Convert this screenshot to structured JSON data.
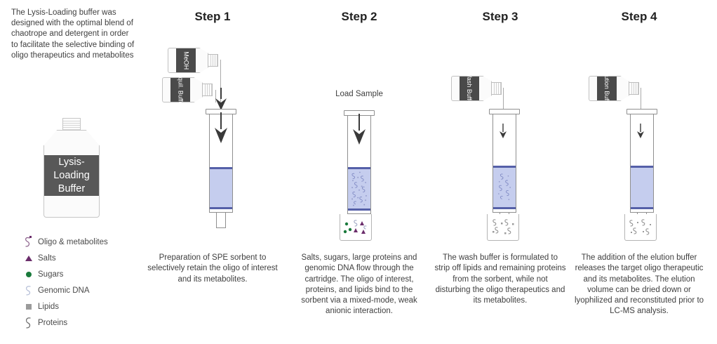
{
  "intro": {
    "text": "The Lysis-Loading buffer was designed with the optimal blend of chaotrope and detergent in order to facilitate the selective binding of oligo therapeutics and metabolites"
  },
  "lysis_bottle": {
    "label": "Lysis-Loading Buffer",
    "label_color": "#585858"
  },
  "legend": {
    "items": [
      {
        "icon": "oligo-squiggle-icon",
        "label": "Oligo & metabolites",
        "color": "#6b2d6b"
      },
      {
        "icon": "triangle-icon",
        "label": "Salts",
        "color": "#6b2d6b"
      },
      {
        "icon": "circle-icon",
        "label": "Sugars",
        "color": "#1a7a3c"
      },
      {
        "icon": "squiggle-icon",
        "label": "Genomic DNA",
        "color": "#b7c0d8"
      },
      {
        "icon": "square-icon",
        "label": "Lipids",
        "color": "#9b9b9b"
      },
      {
        "icon": "squiggle-icon",
        "label": "Proteins",
        "color": "#6e6e6e"
      }
    ]
  },
  "steps": [
    {
      "title": "Step 1",
      "caption": "Preparation of SPE sorbent to selectively retain the oligo of interest and its metabolites.",
      "bottles": [
        {
          "label": "MeOH"
        },
        {
          "label": "Equil. Buffer"
        }
      ],
      "arrow": "big",
      "beaker": false
    },
    {
      "title": "Step 2",
      "caption": "Salts, sugars, large proteins and genomic DNA flow through the cartridge. The oligo of interest, proteins, and lipids bind to the sorbent via a mixed-mode, weak anionic interaction.",
      "load_label": "Load Sample",
      "arrow": "big",
      "beaker": true,
      "beaker_contents": [
        "sugars",
        "salts",
        "genomic-dna"
      ]
    },
    {
      "title": "Step 3",
      "caption": "The wash buffer is formulated to strip off lipids and remaining proteins from the sorbent, while not disturbing the oligo therapeutics and its metabolites.",
      "bottles": [
        {
          "label": "Wash Buffer"
        }
      ],
      "arrow": "small",
      "beaker": true,
      "beaker_contents": [
        "proteins",
        "lipids"
      ]
    },
    {
      "title": "Step 4",
      "caption": "The addition of the elution buffer releases the target oligo therapeutic and its metabolites. The elution volume can be dried down or lyophilized and reconstituted prior to LC-MS analysis.",
      "bottles": [
        {
          "label": "Elution Buffer"
        }
      ],
      "arrow": "small",
      "beaker": true,
      "beaker_contents": [
        "oligo"
      ]
    }
  ],
  "colors": {
    "sorbent_bed": "#c5cdee",
    "frit": "#5560a8",
    "bottle_label": "#4a4a4a",
    "outline": "#8f8f8f",
    "salts": "#6b2d6b",
    "sugars": "#1a7a3c",
    "lipids": "#9b9b9b",
    "background": "#ffffff"
  }
}
